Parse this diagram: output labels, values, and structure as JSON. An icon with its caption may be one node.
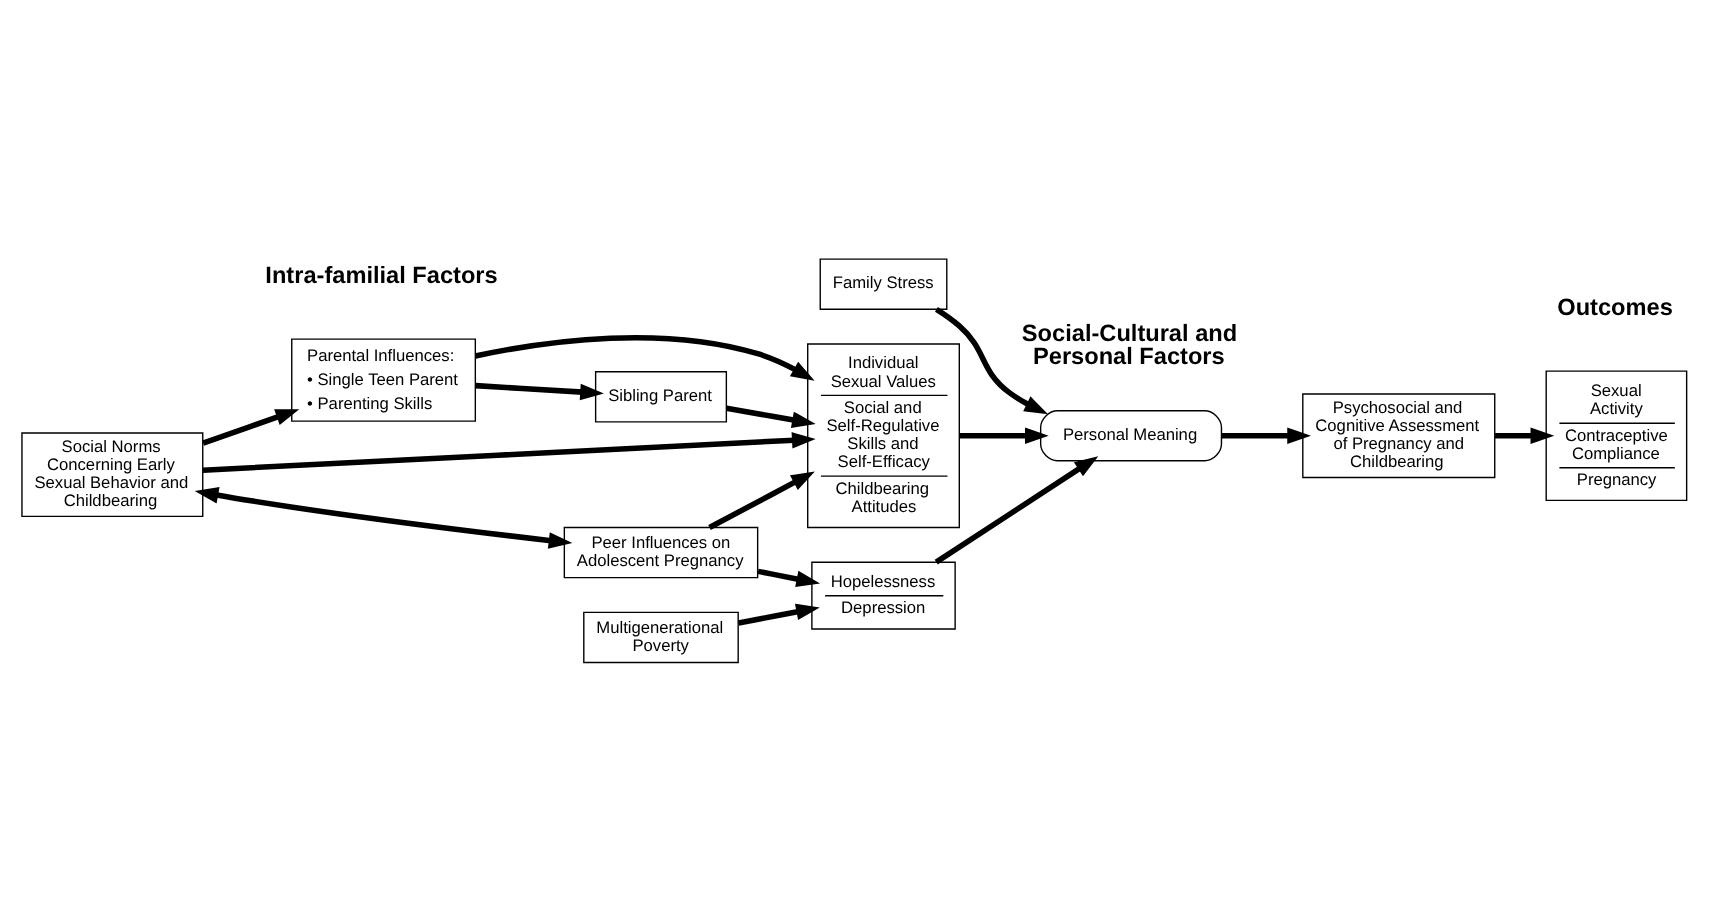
{
  "diagram": {
    "nodes": [
      {
        "text": [
          "Sibling Parent"
        ]
      },
      {
        "text": [
          "Parental Influences:",
          "• Single Teen Parent",
          "• Parenting Skills"
        ]
      },
      {
        "text": [
          "Individual Sexual Values",
          "Social and Self-Regulative Skills and Self-Efficacy",
          "Childbearing Attitudes"
        ]
      },
      {
        "text": [
          "Family Stress"
        ]
      },
      {
        "text": [
          "Personal Meaning"
        ]
      },
      {
        "text": [
          "Hopelessness",
          "Depression"
        ]
      },
      {
        "text": [
          "Peer Influences on Adolescent Pregnancy"
        ]
      },
      {
        "text": [
          "Multigenerational Poverty"
        ]
      },
      {
        "text": [
          "Social Norms Concerning Early Sexual Behavior and Childbearing"
        ]
      },
      {
        "text": [
          "Psychosocial and Cognitive Assessment of Pregnancy and Childbearing"
        ]
      },
      {
        "text": [
          "Sexual Activity",
          "Contraceptive Compliance",
          "Pregnancy"
        ]
      }
    ],
    "edges": [
      {
        "from": 0,
        "to": 2,
        "arrow": "to"
      },
      {
        "from": 1,
        "to": 0,
        "arrow": "to"
      },
      {
        "from": 1,
        "to": 2,
        "arrow": "to"
      },
      {
        "from": 8,
        "to": 1,
        "arrow": "to"
      },
      {
        "from": 8,
        "to": 2,
        "arrow": "to"
      },
      {
        "from": 8,
        "to": 6,
        "arrow": "both"
      },
      {
        "from": 6,
        "to": 2,
        "arrow": "to"
      },
      {
        "from": 6,
        "to": 5,
        "arrow": "to"
      },
      {
        "from": 7,
        "to": 5,
        "arrow": "to"
      },
      {
        "from": 5,
        "to": 4,
        "arrow": "to"
      },
      {
        "from": 3,
        "to": 4,
        "arrow": "to"
      },
      {
        "from": 2,
        "to": 4,
        "arrow": "to"
      },
      {
        "from": 4,
        "to": 9,
        "arrow": "to"
      },
      {
        "from": 9,
        "to": 10,
        "arrow": "to"
      }
    ],
    "labels": [
      "Intra-familial Factors",
      "Social-Cultural and Personal Factors",
      "Outcomes"
    ]
  }
}
